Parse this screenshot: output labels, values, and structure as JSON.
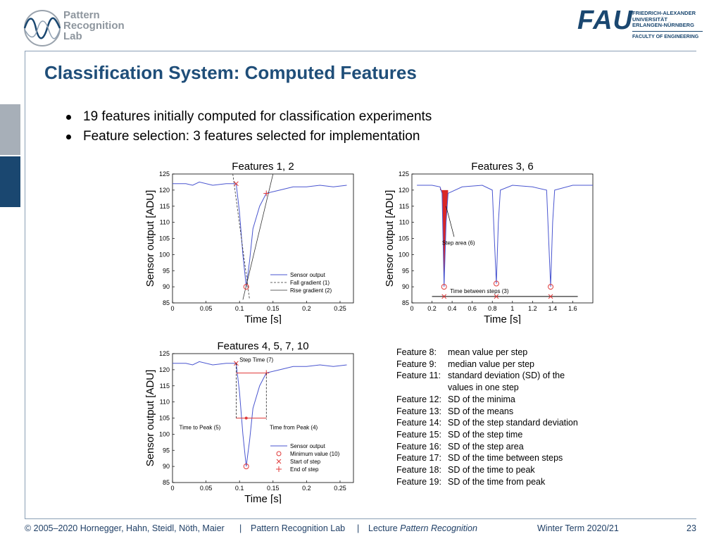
{
  "header": {
    "lab_logo_lines": [
      "Pattern",
      "Recognition",
      "Lab"
    ],
    "fau_logo": {
      "word": "FAU",
      "lines": [
        "FRIEDRICH-ALEXANDER",
        "UNIVERSITÄT",
        "ERLANGEN-NÜRNBERG"
      ],
      "faculty": "FACULTY OF ENGINEERING"
    }
  },
  "slide": {
    "title": "Classification System: Computed Features",
    "bullets": [
      "19 features initially computed for classification experiments",
      "Feature selection: 3 features selected for implementation"
    ]
  },
  "chart_data": [
    {
      "type": "line",
      "title": "Features 1, 2",
      "xlabel": "Time [s]",
      "ylabel": "Sensor output [ADU]",
      "xlim": [
        0,
        0.27
      ],
      "ylim": [
        85,
        125
      ],
      "xticks": [
        "0",
        "0.05",
        "0.1",
        "0.15",
        "0.2",
        "0.25"
      ],
      "yticks": [
        "85",
        "90",
        "95",
        "100",
        "105",
        "110",
        "115",
        "120",
        "125"
      ],
      "legend": [
        "Sensor output",
        "Fall gradient (1)",
        "Rise gradient (2)"
      ],
      "legend_position": "bottom-right",
      "series": [
        {
          "name": "Sensor output",
          "x": [
            0,
            0.02,
            0.03,
            0.04,
            0.06,
            0.08,
            0.095,
            0.1,
            0.105,
            0.11,
            0.115,
            0.12,
            0.13,
            0.14,
            0.16,
            0.18,
            0.2,
            0.22,
            0.24,
            0.26
          ],
          "y": [
            122,
            122,
            121.5,
            122.5,
            121.5,
            122,
            122,
            113,
            100,
            90,
            98,
            108,
            115,
            119,
            120,
            121,
            121,
            121.5,
            121,
            121.5
          ]
        },
        {
          "name": "Fall gradient (1)",
          "x": [
            0.09,
            0.115
          ],
          "y": [
            125,
            86
          ]
        },
        {
          "name": "Rise gradient (2)",
          "x": [
            0.105,
            0.15
          ],
          "y": [
            86,
            125
          ]
        }
      ],
      "markers": [
        {
          "x": 0.095,
          "y": 122,
          "symbol": "x"
        },
        {
          "x": 0.11,
          "y": 90,
          "symbol": "o"
        },
        {
          "x": 0.14,
          "y": 119,
          "symbol": "+"
        }
      ]
    },
    {
      "type": "line",
      "title": "Features 3, 6",
      "xlabel": "Time [s]",
      "ylabel": "Sensor output [ADU]",
      "xlim": [
        0,
        1.8
      ],
      "ylim": [
        85,
        125
      ],
      "xticks": [
        "0",
        "0.2",
        "0.4",
        "0.6",
        "0.8",
        "1",
        "1.2",
        "1.4",
        "1.6"
      ],
      "yticks": [
        "85",
        "90",
        "95",
        "100",
        "105",
        "110",
        "115",
        "120",
        "125"
      ],
      "annotations": [
        "Step area (6)",
        "Time between steps (3)"
      ],
      "series": [
        {
          "name": "Sensor output",
          "x": [
            0.05,
            0.2,
            0.28,
            0.3,
            0.32,
            0.34,
            0.36,
            0.5,
            0.7,
            0.8,
            0.82,
            0.84,
            0.86,
            0.88,
            1.0,
            1.2,
            1.34,
            1.36,
            1.38,
            1.4,
            1.42,
            1.6,
            1.8
          ],
          "y": [
            121.5,
            121.5,
            121,
            119,
            90,
            110,
            119,
            121,
            121.5,
            120,
            105,
            91,
            110,
            120,
            121.5,
            121,
            120,
            105,
            90,
            110,
            120,
            121.5,
            121.5
          ]
        }
      ],
      "markers": [
        {
          "x": 0.32,
          "y": 90,
          "symbol": "o"
        },
        {
          "x": 0.84,
          "y": 91,
          "symbol": "o"
        },
        {
          "x": 1.38,
          "y": 90,
          "symbol": "o"
        }
      ],
      "step_time_markers": [
        0.32,
        0.84,
        1.38
      ],
      "step_line_y": 87
    },
    {
      "type": "line",
      "title": "Features 4, 5, 7, 10",
      "xlabel": "Time [s]",
      "ylabel": "Sensor output [ADU]",
      "xlim": [
        0,
        0.27
      ],
      "ylim": [
        85,
        125
      ],
      "xticks": [
        "0",
        "0.05",
        "0.1",
        "0.15",
        "0.2",
        "0.25"
      ],
      "yticks": [
        "85",
        "90",
        "95",
        "100",
        "105",
        "110",
        "115",
        "120",
        "125"
      ],
      "legend": [
        "Sensor output",
        "Minimum value (10)",
        "Start of step",
        "End of step"
      ],
      "legend_position": "bottom-right",
      "annotations": [
        "Step Time (7)",
        "Time to Peak (5)",
        "Time from Peak (4)"
      ],
      "series": [
        {
          "name": "Sensor output",
          "x": [
            0,
            0.02,
            0.03,
            0.04,
            0.06,
            0.08,
            0.095,
            0.1,
            0.105,
            0.11,
            0.115,
            0.12,
            0.13,
            0.14,
            0.16,
            0.18,
            0.2,
            0.22,
            0.24,
            0.26
          ],
          "y": [
            122,
            122,
            121.5,
            122.5,
            121.5,
            122,
            122,
            113,
            100,
            90,
            98,
            108,
            115,
            119,
            120,
            121,
            121,
            121.5,
            121,
            121.5
          ]
        }
      ],
      "markers": [
        {
          "x": 0.11,
          "y": 90,
          "symbol": "o"
        },
        {
          "x": 0.095,
          "y": 122,
          "symbol": "x"
        },
        {
          "x": 0.14,
          "y": 119,
          "symbol": "+"
        }
      ]
    }
  ],
  "feature_list": [
    {
      "name": "Feature 8:",
      "desc": "mean value per step"
    },
    {
      "name": "Feature 9:",
      "desc": "median value per step"
    },
    {
      "name": "Feature 11:",
      "desc": "standard deviation (SD) of the",
      "cont": "values in one step"
    },
    {
      "name": "Feature 12:",
      "desc": "SD of the minima"
    },
    {
      "name": "Feature 13:",
      "desc": "SD of the means"
    },
    {
      "name": "Feature 14:",
      "desc": "SD of the step standard deviation"
    },
    {
      "name": "Feature 15:",
      "desc": "SD of the step time"
    },
    {
      "name": "Feature 16:",
      "desc": "SD of the step area"
    },
    {
      "name": "Feature 17:",
      "desc": "SD of the time between steps"
    },
    {
      "name": "Feature 18:",
      "desc": "SD of the time to peak"
    },
    {
      "name": "Feature 19:",
      "desc": "SD of the time from peak"
    }
  ],
  "footer": {
    "copyright": "© 2005–2020 Hornegger, Hahn, Steidl, Nöth, Maier",
    "sep": "|",
    "lab": "Pattern Recognition Lab",
    "lecture_prefix": "Lecture ",
    "lecture_name": "Pattern Recognition",
    "term": "Winter Term 2020/21",
    "page": "23"
  },
  "colors": {
    "title": "#1f4e79",
    "accent": "#1a4770",
    "series": "#4a56d0",
    "marker": "#e03a3a",
    "area": "#d40000"
  }
}
